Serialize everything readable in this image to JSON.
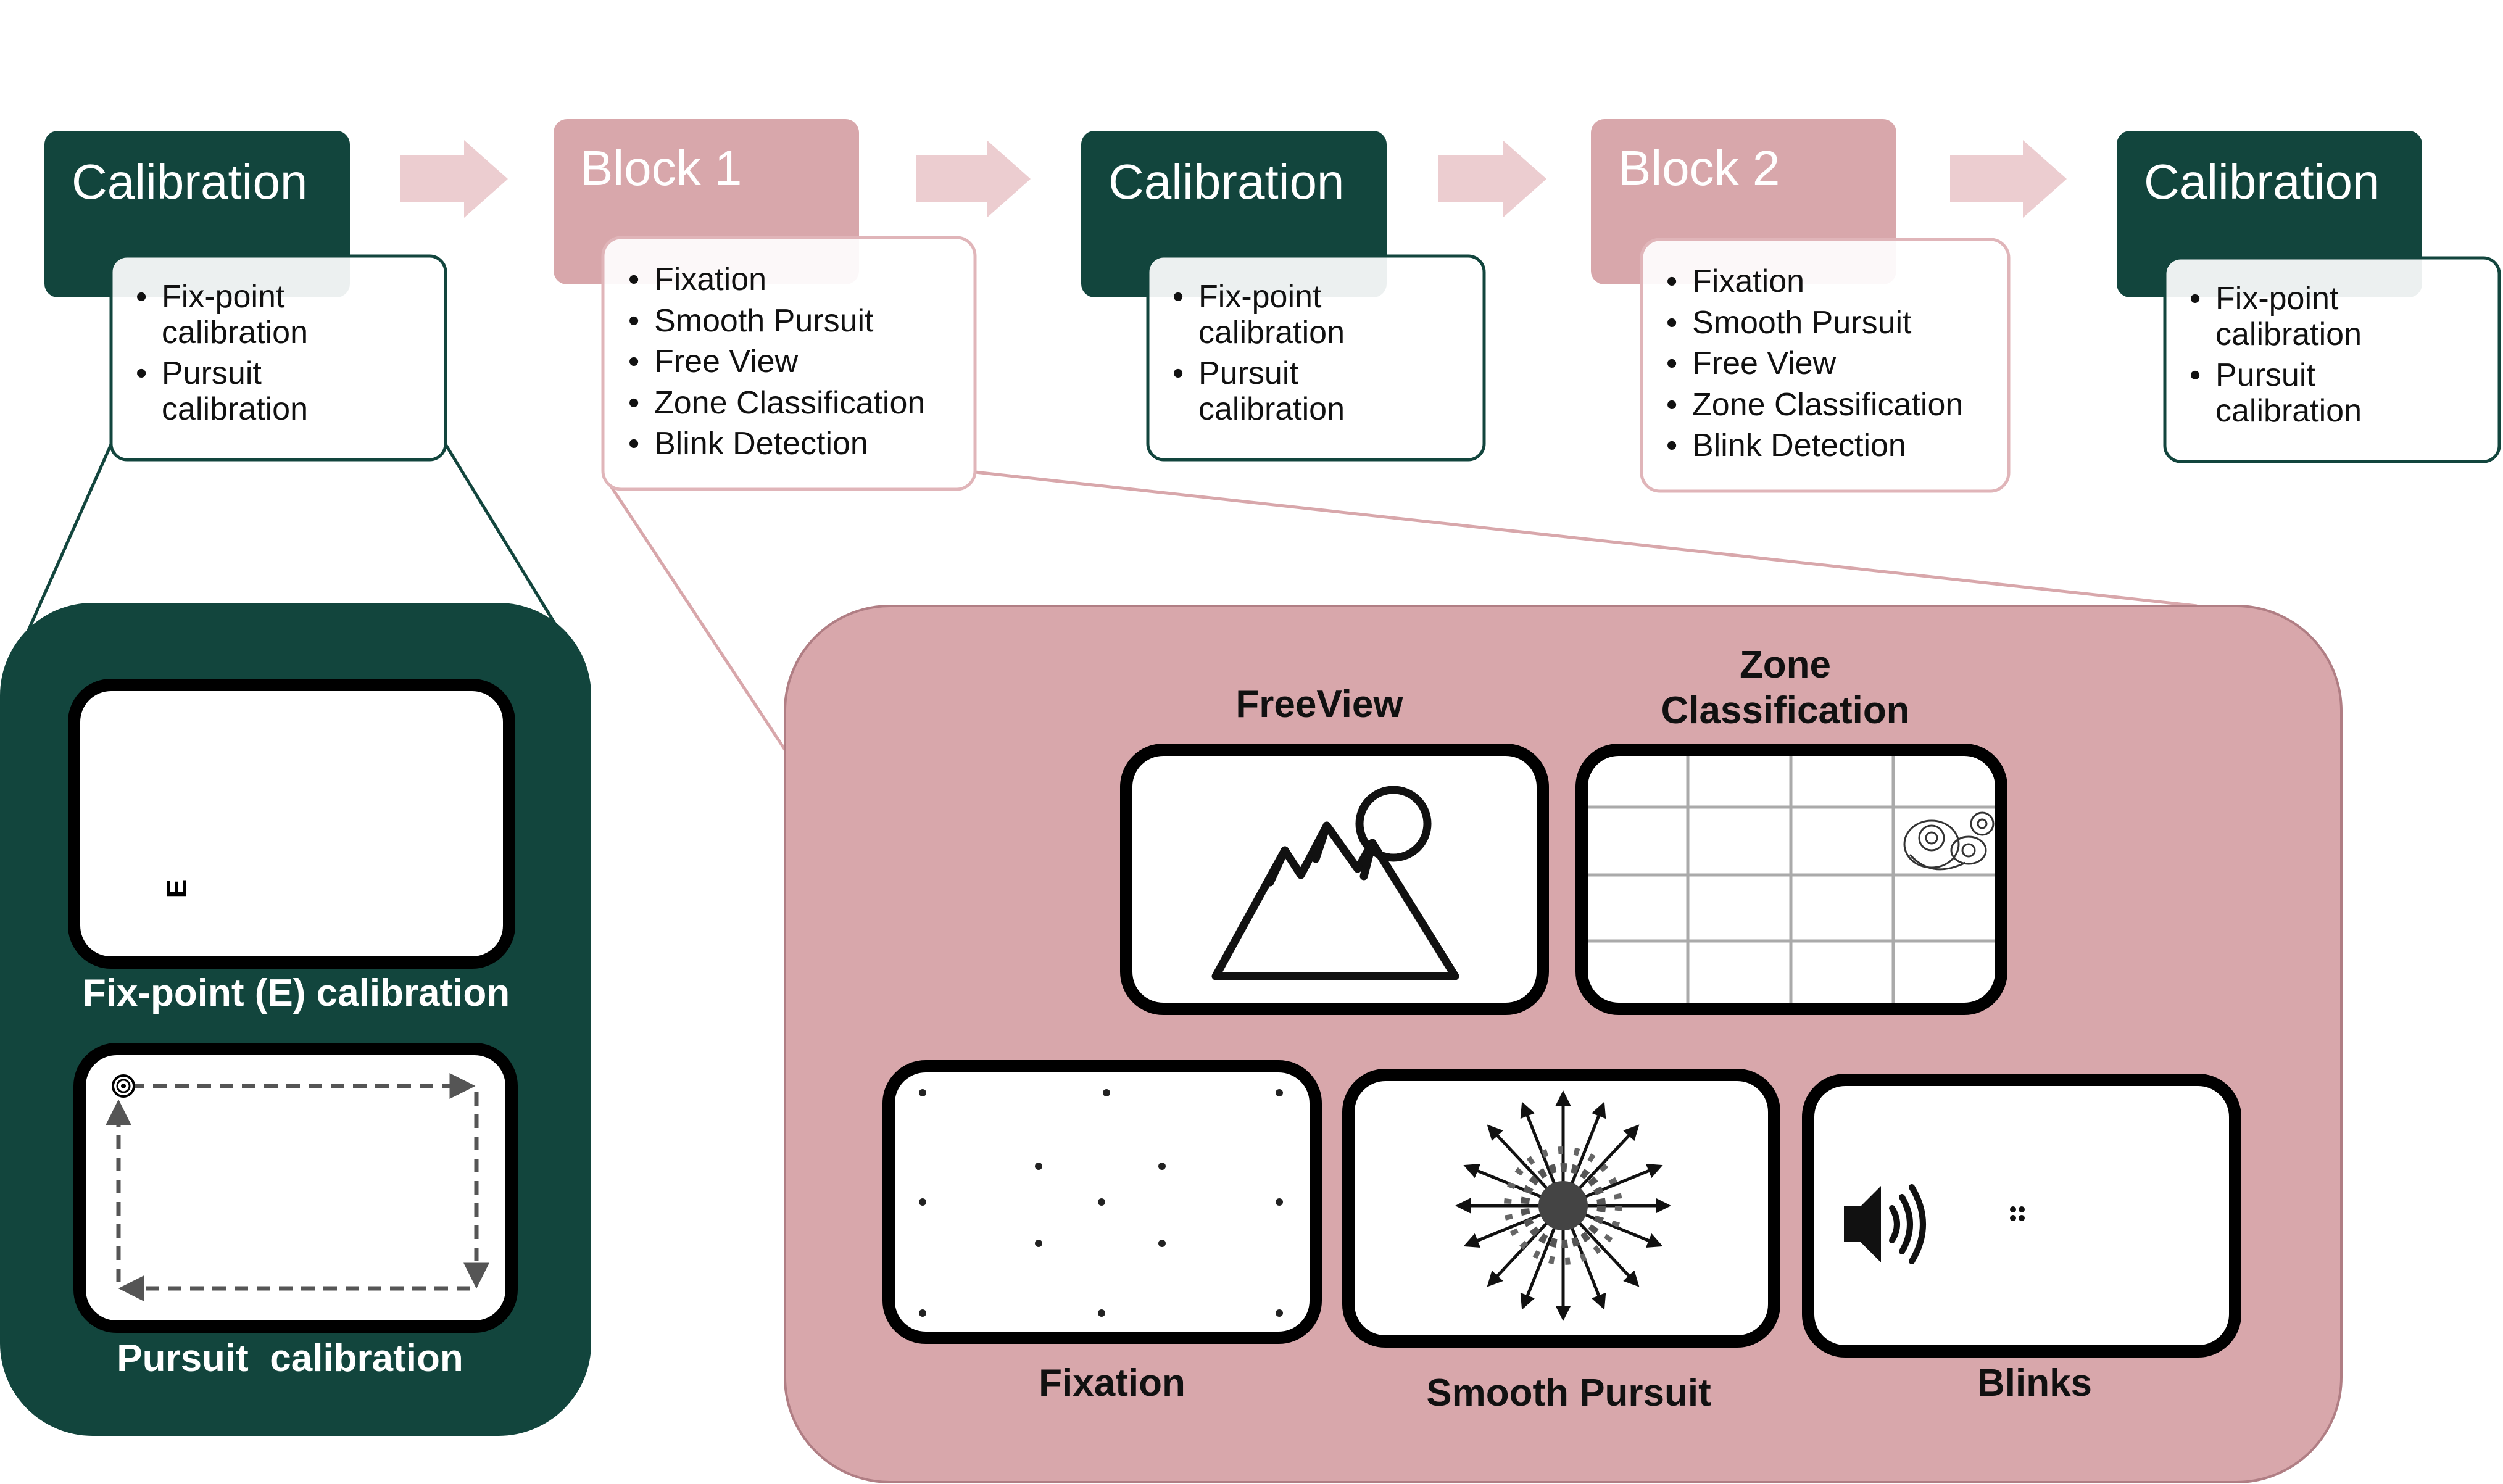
{
  "colors": {
    "calibration_green": "#12453D",
    "block_pink": "#D8A7AB",
    "arrow_pink": "#ECCDD0",
    "panel_pink": "#D8A7AB"
  },
  "timeline": [
    {
      "title": "Calibration",
      "kind": "calibration",
      "items": [
        [
          "Fix-point",
          "calibration"
        ],
        [
          "Pursuit",
          "calibration"
        ]
      ]
    },
    {
      "title": "Block 1",
      "kind": "block",
      "items": [
        [
          "Fixation"
        ],
        [
          "Smooth Pursuit"
        ],
        [
          "Free View"
        ],
        [
          "Zone Classification"
        ],
        [
          "Blink Detection"
        ]
      ]
    },
    {
      "title": "Calibration",
      "kind": "calibration",
      "items": [
        [
          "Fix-point",
          "calibration"
        ],
        [
          "Pursuit",
          "calibration"
        ]
      ]
    },
    {
      "title": "Block 2",
      "kind": "block",
      "items": [
        [
          "Fixation"
        ],
        [
          "Smooth Pursuit"
        ],
        [
          "Free View"
        ],
        [
          "Zone Classification"
        ],
        [
          "Blink Detection"
        ]
      ]
    },
    {
      "title": "Calibration",
      "kind": "calibration",
      "items": [
        [
          "Fix-point",
          "calibration"
        ],
        [
          "Pursuit",
          "calibration"
        ]
      ]
    }
  ],
  "calibration_panel": {
    "fixpoint_stimulus": "E",
    "fixpoint_label": "Fix-point (E) calibration",
    "pursuit_label": "Pursuit  calibration"
  },
  "block_panel": {
    "freeview_label": "FreeView",
    "zone_label_line1": "Zone",
    "zone_label_line2": "Classification",
    "fixation_label": "Fixation",
    "smooth_pursuit_label": "Smooth Pursuit",
    "blinks_label": "Blinks"
  }
}
